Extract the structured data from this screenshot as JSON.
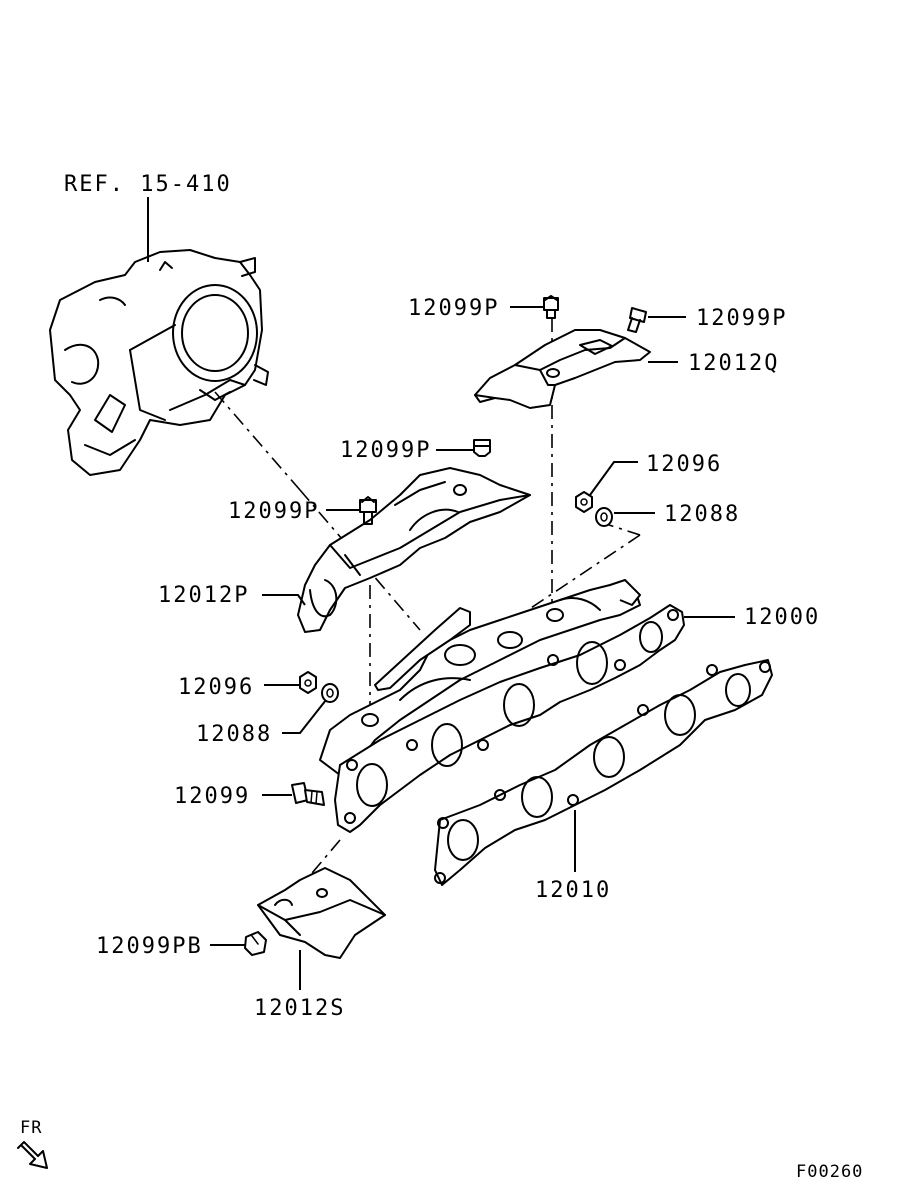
{
  "labels": {
    "ref": "REF. 15-410",
    "bolt_top_left": "12099P",
    "bolt_top_right": "12099P",
    "heat_shield_q": "12012Q",
    "cap_mid": "12099P",
    "nut_right": "12096",
    "bolt_mid_left": "12099P",
    "washer_right": "12088",
    "heat_shield_p": "12012P",
    "manifold": "12000",
    "nut_left": "12096",
    "washer_left": "12088",
    "stud_bolt": "12099",
    "gasket": "12010",
    "bolt_bottom": "12099PB",
    "heat_shield_s": "12012S",
    "fr_arrow": "FR",
    "figure_code": "F00260"
  }
}
